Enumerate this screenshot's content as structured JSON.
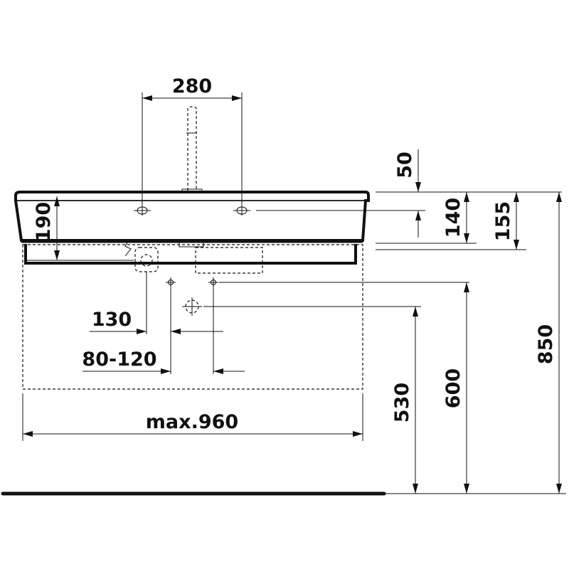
{
  "dimensions": {
    "tap_hole_spacing": "280",
    "tap_height_above_basin": "50",
    "basin_inner_depth": "190",
    "overflow_height": "140",
    "basin_total_height": "155",
    "waste_offset": "130",
    "supply_spacing": "80-120",
    "cabinet_width": "max.960",
    "waste_height": "530",
    "supply_height": "600",
    "basin_top_height": "850"
  }
}
